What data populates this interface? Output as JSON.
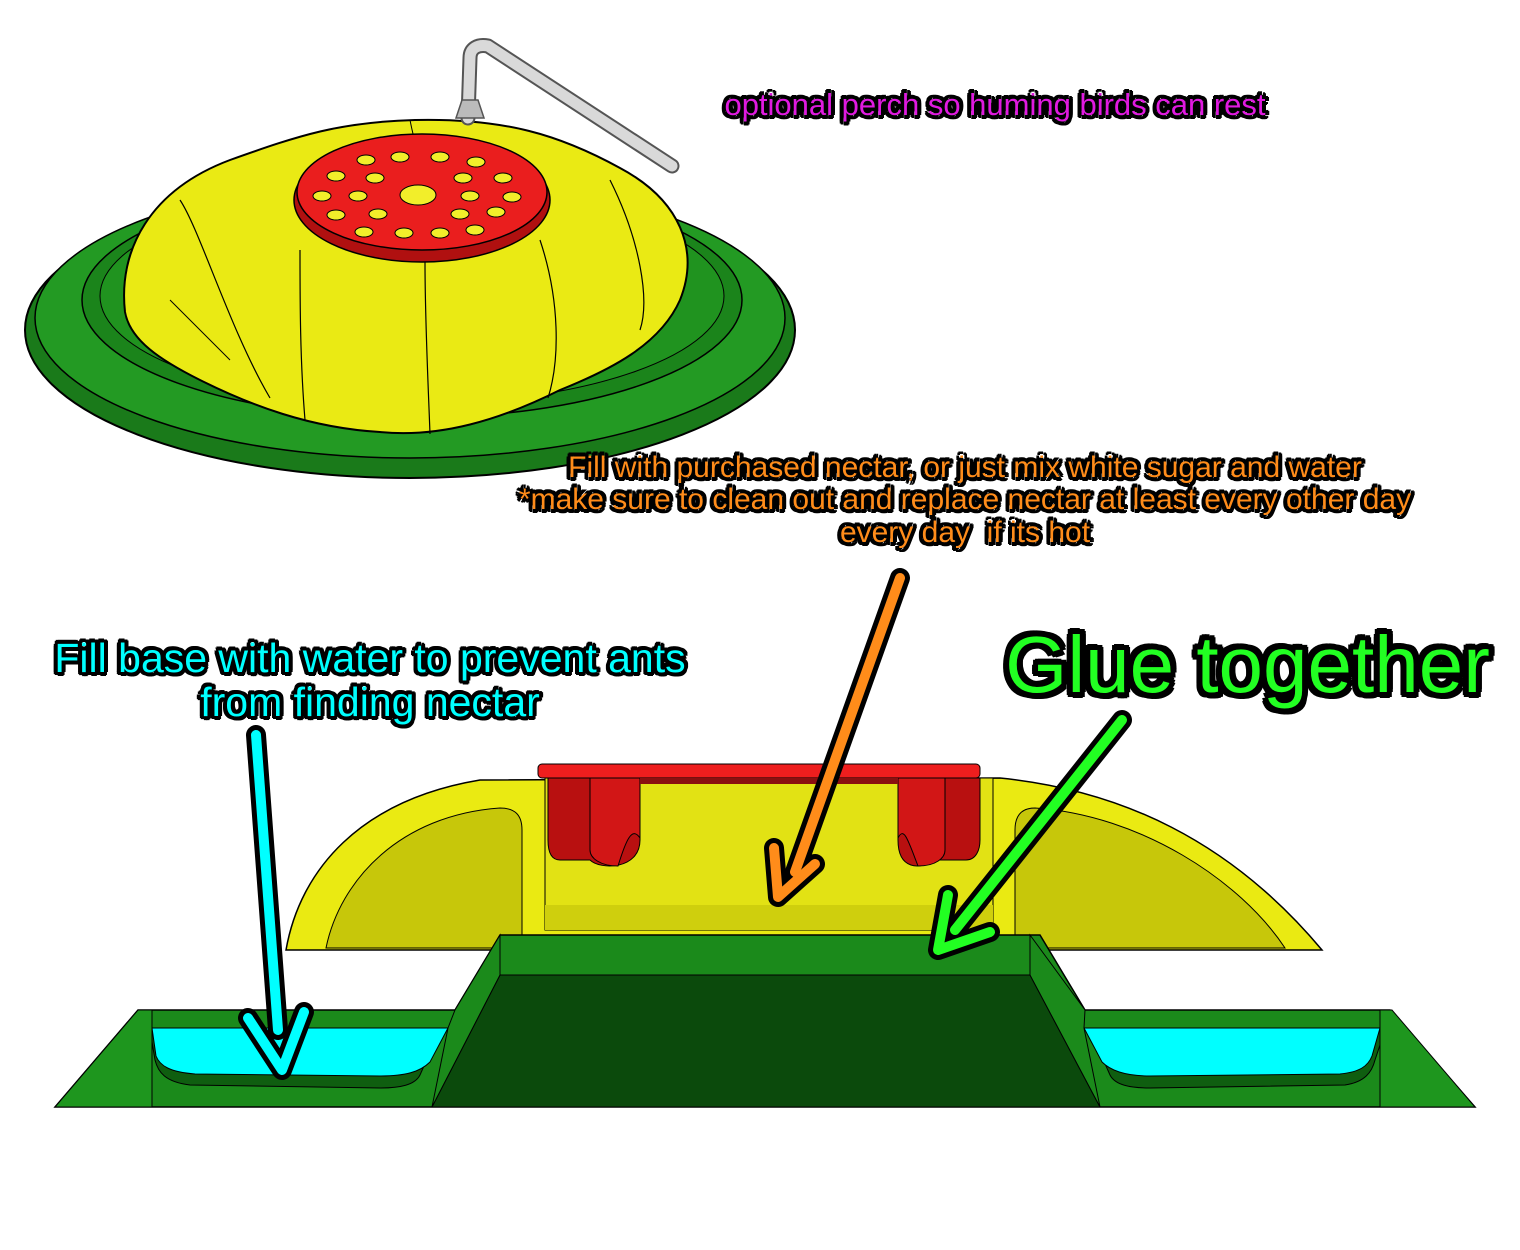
{
  "colors": {
    "base_green": "#1f8a1f",
    "base_dark": "#0f4d10",
    "dome_yellow": "#eaea12",
    "cap_red": "#e81e1e",
    "water_cyan": "#00ffff",
    "perch_gray": "#c8c8c8",
    "perch_label": "#e01ae0",
    "nectar_label": "#ff8c1a",
    "water_label": "#00ffff",
    "glue_label": "#22ff22"
  },
  "annotations": {
    "perch": "optional perch so huming birds can rest",
    "nectar_line1": "Fill with purchased nectar, or just mix white sugar and water",
    "nectar_line2": "*make sure to clean out and replace nectar at least every other day",
    "nectar_line3": "every day  if its hot",
    "water_line1": "Fill base with water to prevent ants",
    "water_line2": "from finding nectar",
    "glue": "Glue together"
  }
}
